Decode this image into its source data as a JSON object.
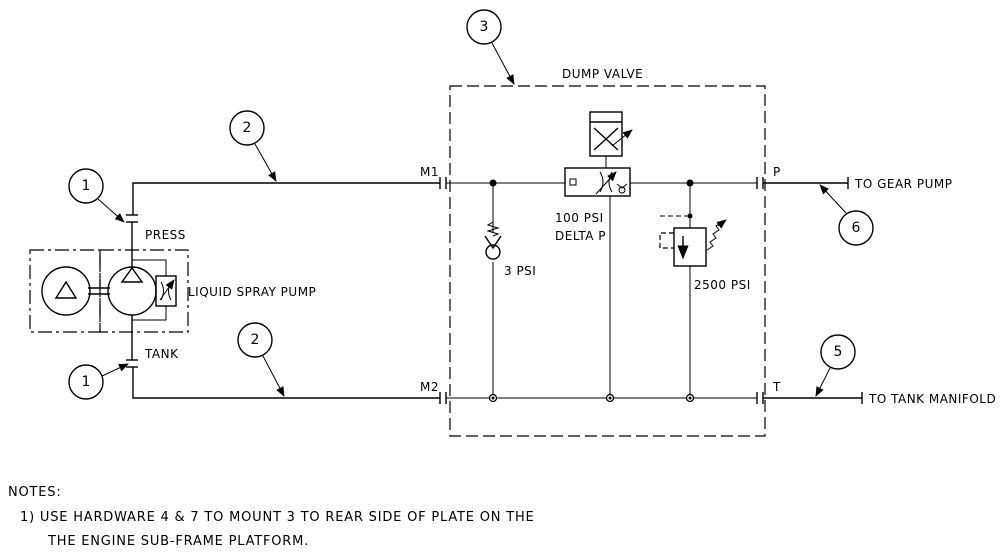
{
  "valve_title": "DUMP VALVE",
  "ports": {
    "m1": "M1",
    "m2": "M2",
    "p": "P",
    "t": "T"
  },
  "pump": {
    "label": "LIQUID SPRAY PUMP",
    "press": "PRESS",
    "tank": "TANK"
  },
  "components": {
    "check_valve": "3 PSI",
    "flow_control_line1": "100 PSI",
    "flow_control_line2": "DELTA P",
    "relief_valve": "2500 PSI"
  },
  "destinations": {
    "gear_pump": "TO GEAR PUMP",
    "tank_manifold": "TO TANK MANIFOLD"
  },
  "balloons": {
    "b1": "1",
    "b2": "2",
    "b3": "3",
    "b5": "5",
    "b6": "6"
  },
  "notes": {
    "heading": "NOTES:",
    "items": [
      "1) USE HARDWARE 4 & 7 TO MOUNT 3 TO REAR SIDE OF PLATE ON THE",
      "THE ENGINE SUB-FRAME PLATFORM."
    ]
  }
}
